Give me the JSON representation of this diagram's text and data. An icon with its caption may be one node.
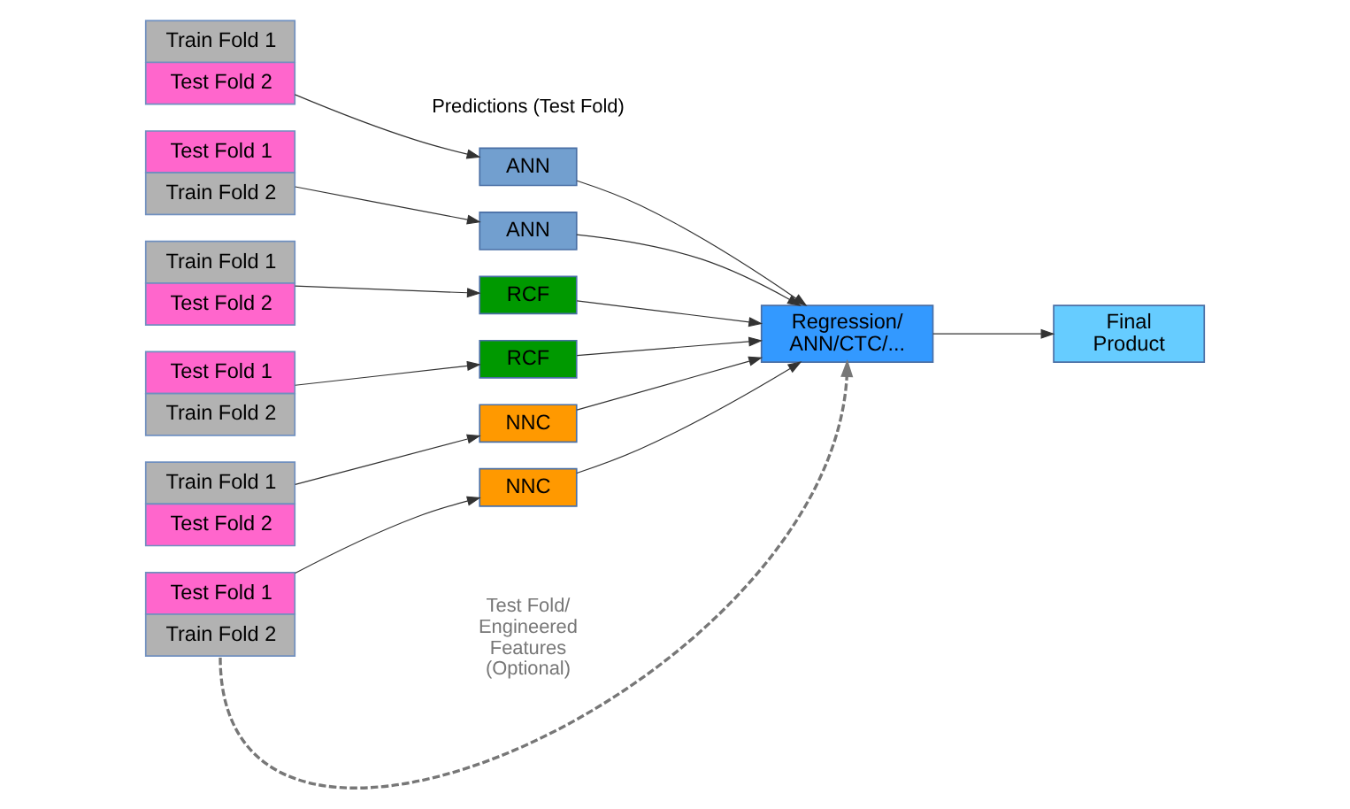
{
  "diagram": {
    "nodes": [
      {
        "text": [
          "Train Fold 1",
          "Test Fold 2"
        ]
      },
      {
        "text": [
          "Test Fold 1",
          "Train Fold 2"
        ]
      },
      {
        "text": [
          "Train Fold 1",
          "Test Fold 2"
        ]
      },
      {
        "text": [
          "Test Fold 1",
          "Train Fold 2"
        ]
      },
      {
        "text": [
          "Train Fold 1",
          "Test Fold 2"
        ]
      },
      {
        "text": [
          "Test Fold 1",
          "Train Fold 2"
        ]
      },
      {
        "text": [
          "ANN"
        ]
      },
      {
        "text": [
          "ANN"
        ]
      },
      {
        "text": [
          "RCF"
        ]
      },
      {
        "text": [
          "RCF"
        ]
      },
      {
        "text": [
          "NNC"
        ]
      },
      {
        "text": [
          "NNC"
        ]
      },
      {
        "text": [
          "Regression/ ANN/CTC/..."
        ]
      },
      {
        "text": [
          "Final Product"
        ]
      }
    ],
    "edges": [
      {
        "from": 0,
        "to": 6,
        "arrow": "to"
      },
      {
        "from": 1,
        "to": 7,
        "arrow": "to"
      },
      {
        "from": 2,
        "to": 8,
        "arrow": "to"
      },
      {
        "from": 3,
        "to": 9,
        "arrow": "to"
      },
      {
        "from": 4,
        "to": 10,
        "arrow": "to"
      },
      {
        "from": 5,
        "to": 11,
        "arrow": "to"
      },
      {
        "from": 6,
        "to": 12,
        "arrow": "to"
      },
      {
        "from": 7,
        "to": 12,
        "arrow": "to"
      },
      {
        "from": 8,
        "to": 12,
        "arrow": "to"
      },
      {
        "from": 9,
        "to": 12,
        "arrow": "to"
      },
      {
        "from": 10,
        "to": 12,
        "arrow": "to"
      },
      {
        "from": 11,
        "to": 12,
        "arrow": "to"
      },
      {
        "from": 12,
        "to": 13,
        "arrow": "to"
      },
      {
        "from": 5,
        "to": 12,
        "arrow": "to",
        "label": "Test Fold/ Engineered Features (Optional)",
        "style": "dashed",
        "color": "#777777"
      }
    ],
    "labels": [
      "Predictions (Test Fold)"
    ]
  }
}
